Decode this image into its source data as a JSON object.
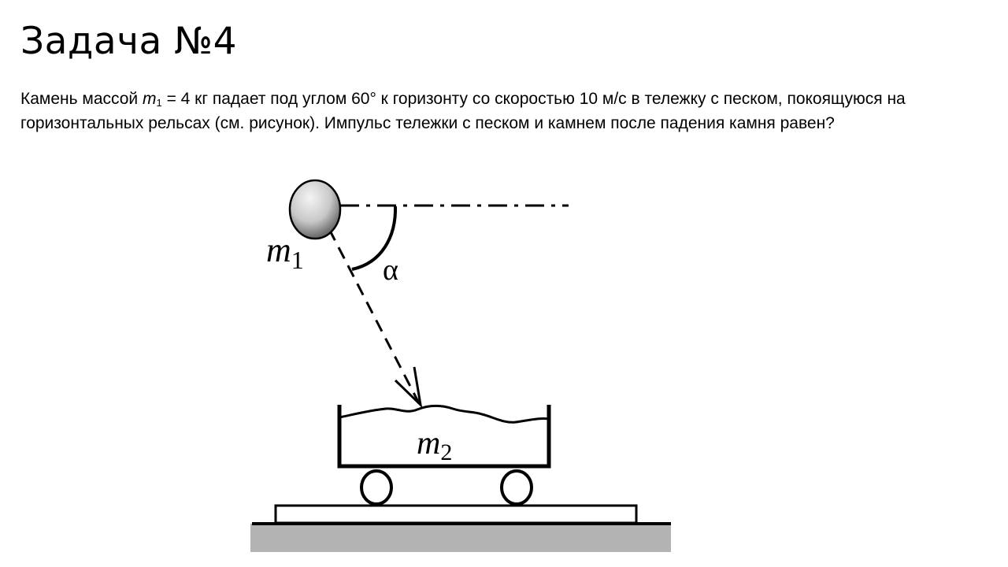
{
  "slide": {
    "title": "Задача №4"
  },
  "problem": {
    "part1": "Камень массой ",
    "var_m": "m",
    "var_sub": "1",
    "part2": " = 4 кг падает под углом 60° к горизонту со скоростью 10 м/с в тележку с песком, покоящуюся на горизонтальных рельсах (см. рисунок). Импульс тележки с песком и камнем после падения камня равен?"
  },
  "figure": {
    "stone_label": "m",
    "stone_label_sub": "1",
    "angle_label": "α",
    "cart_label": "m",
    "cart_label_sub": "2",
    "colors": {
      "line": "#000000",
      "ground": "#b3b3b3",
      "stone_light": "#f2f2f2",
      "stone_dark": "#5a5a5a"
    }
  }
}
